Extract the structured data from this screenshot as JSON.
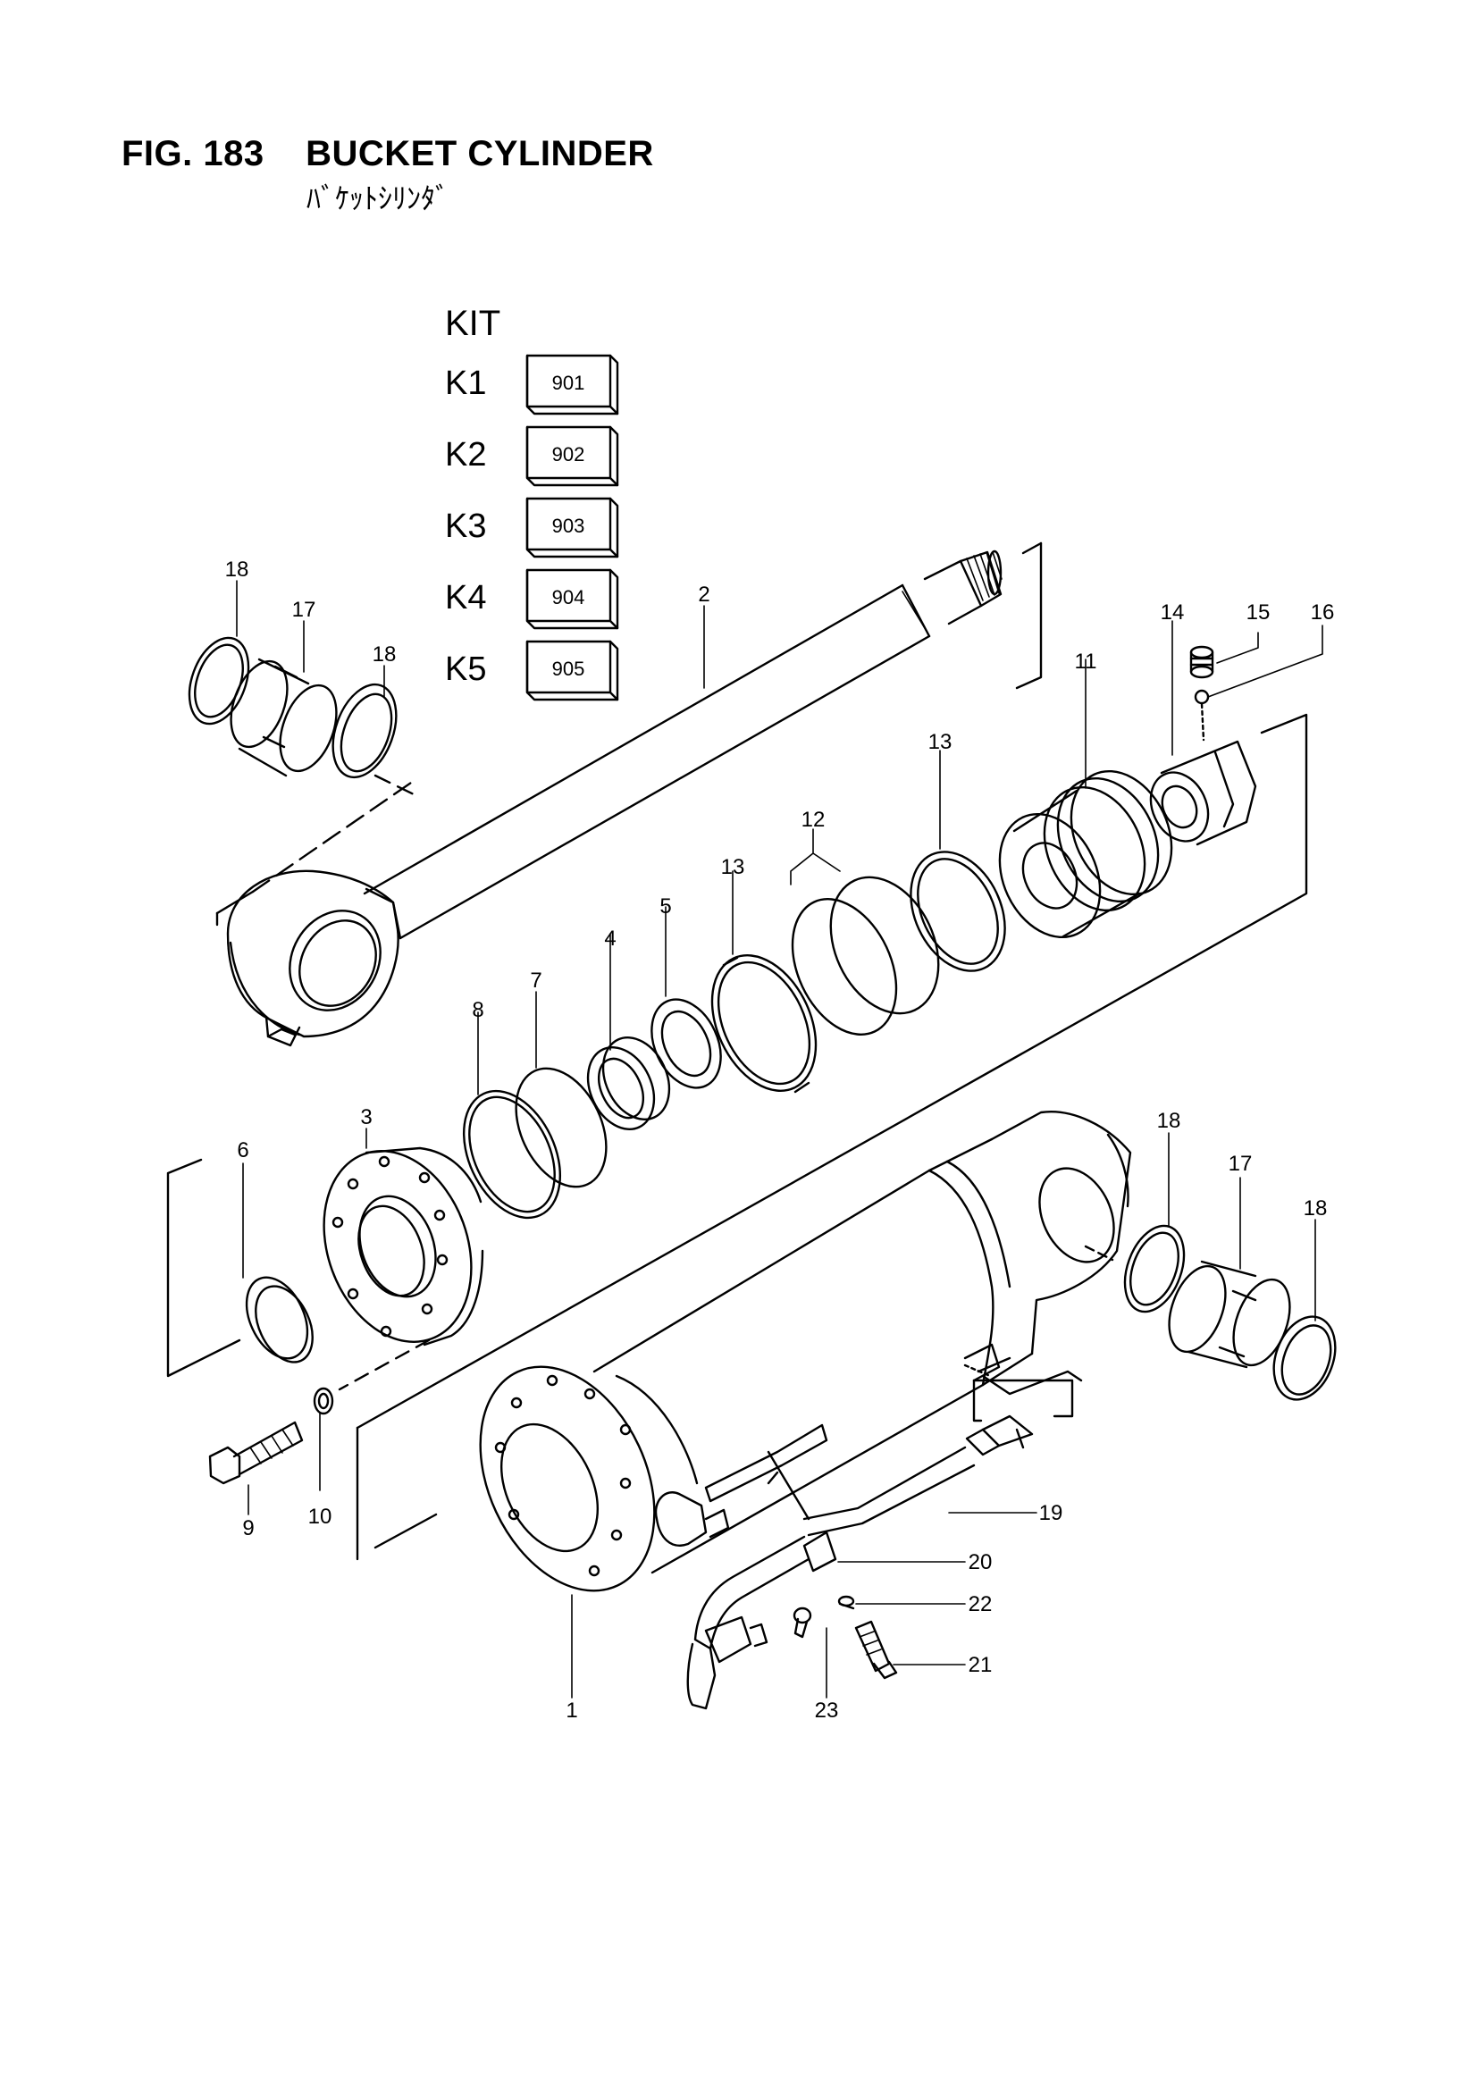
{
  "figure": {
    "title": "FIG. 183    BUCKET CYLINDER",
    "subtitle": "ﾊﾞｹｯﾄｼﾘﾝﾀﾞ"
  },
  "kit": {
    "heading": "KIT",
    "items": [
      {
        "label": "K1",
        "code": "901"
      },
      {
        "label": "K2",
        "code": "902"
      },
      {
        "label": "K3",
        "code": "903"
      },
      {
        "label": "K4",
        "code": "904"
      },
      {
        "label": "K5",
        "code": "905"
      }
    ]
  },
  "callouts": {
    "c1": "1",
    "c2": "2",
    "c3": "3",
    "c4": "4",
    "c5": "5",
    "c6": "6",
    "c7": "7",
    "c8": "8",
    "c9": "9",
    "c10": "10",
    "c11": "11",
    "c12": "12",
    "c13a": "13",
    "c13b": "13",
    "c14": "14",
    "c15": "15",
    "c16": "16",
    "c17a": "17",
    "c17b": "17",
    "c18a": "18",
    "c18b": "18",
    "c18c": "18",
    "c18d": "18",
    "c19": "19",
    "c20": "20",
    "c21": "21",
    "c22": "22",
    "c23": "23"
  }
}
